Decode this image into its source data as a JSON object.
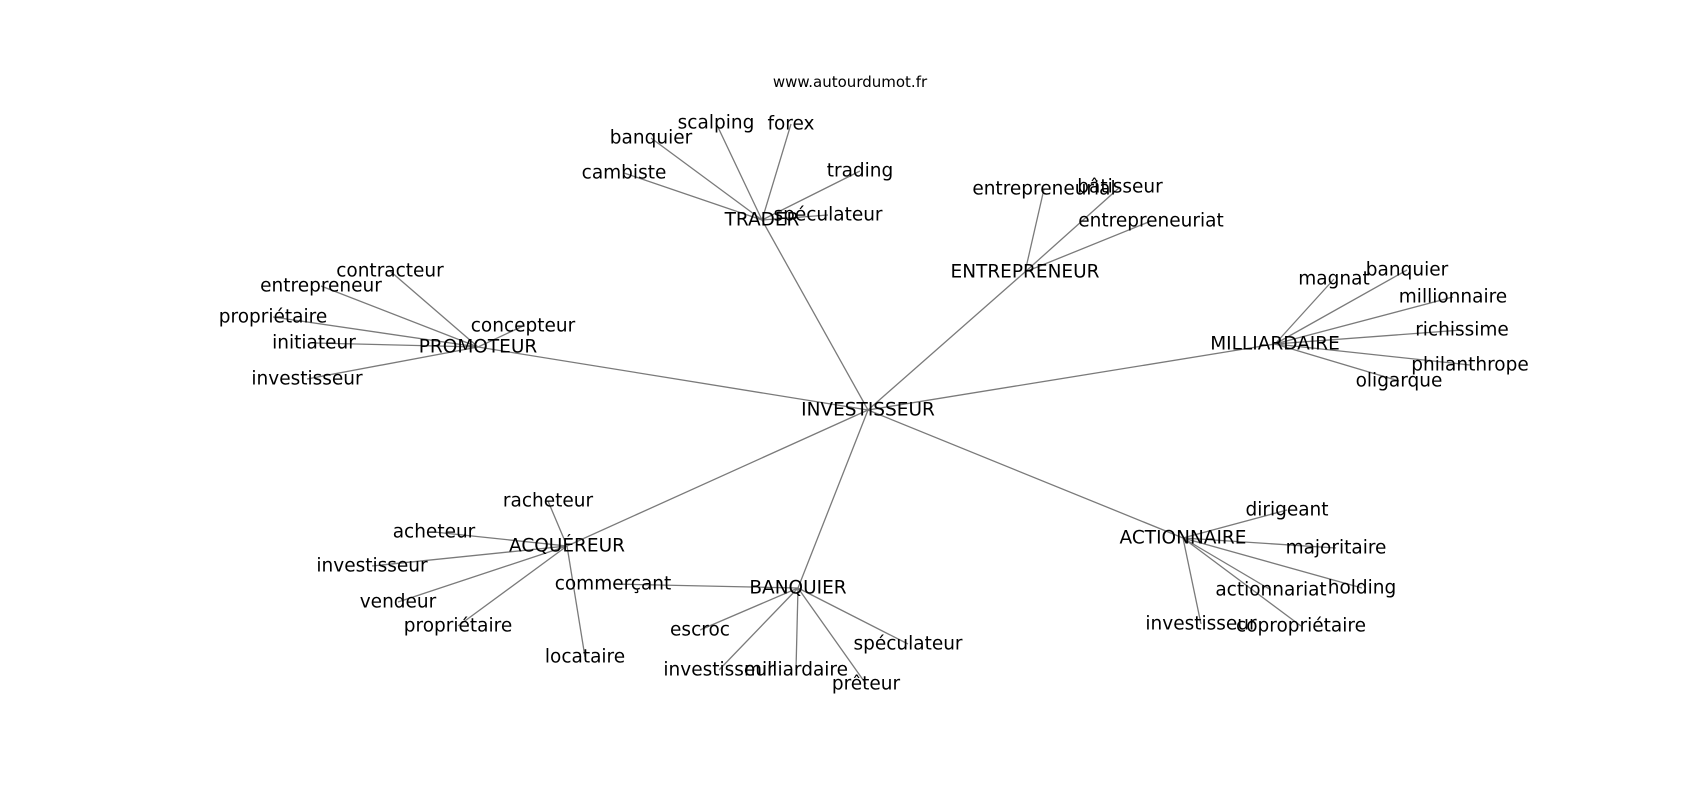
{
  "source": "www.autourdumot.fr",
  "center": "INVESTISSEUR",
  "clusters": [
    {
      "hub": "TRADER",
      "words": [
        "scalping",
        "forex",
        "banquier",
        "trading",
        "cambiste",
        "spéculateur"
      ]
    },
    {
      "hub": "ENTREPRENEUR",
      "words": [
        "bâtisseur",
        "entrepreneurial",
        "entrepreneuriat"
      ]
    },
    {
      "hub": "PROMOTEUR",
      "words": [
        "contracteur",
        "entrepreneur",
        "propriétaire",
        "concepteur",
        "initiateur",
        "investisseur"
      ]
    },
    {
      "hub": "MILLIARDAIRE",
      "words": [
        "banquier",
        "magnat",
        "millionnaire",
        "richissime",
        "philanthrope",
        "oligarque"
      ]
    },
    {
      "hub": "ACQUÉREUR",
      "words": [
        "racheteur",
        "acheteur",
        "investisseur",
        "vendeur",
        "propriétaire",
        "locataire"
      ]
    },
    {
      "hub": "BANQUIER",
      "words": [
        "commerçant",
        "escroc",
        "spéculateur",
        "investisseur",
        "milliardaire",
        "prêteur"
      ]
    },
    {
      "hub": "ACTIONNAIRE",
      "words": [
        "dirigeant",
        "majoritaire",
        "actionnariat",
        "holding",
        "investisseur",
        "copropriétaire"
      ]
    }
  ]
}
